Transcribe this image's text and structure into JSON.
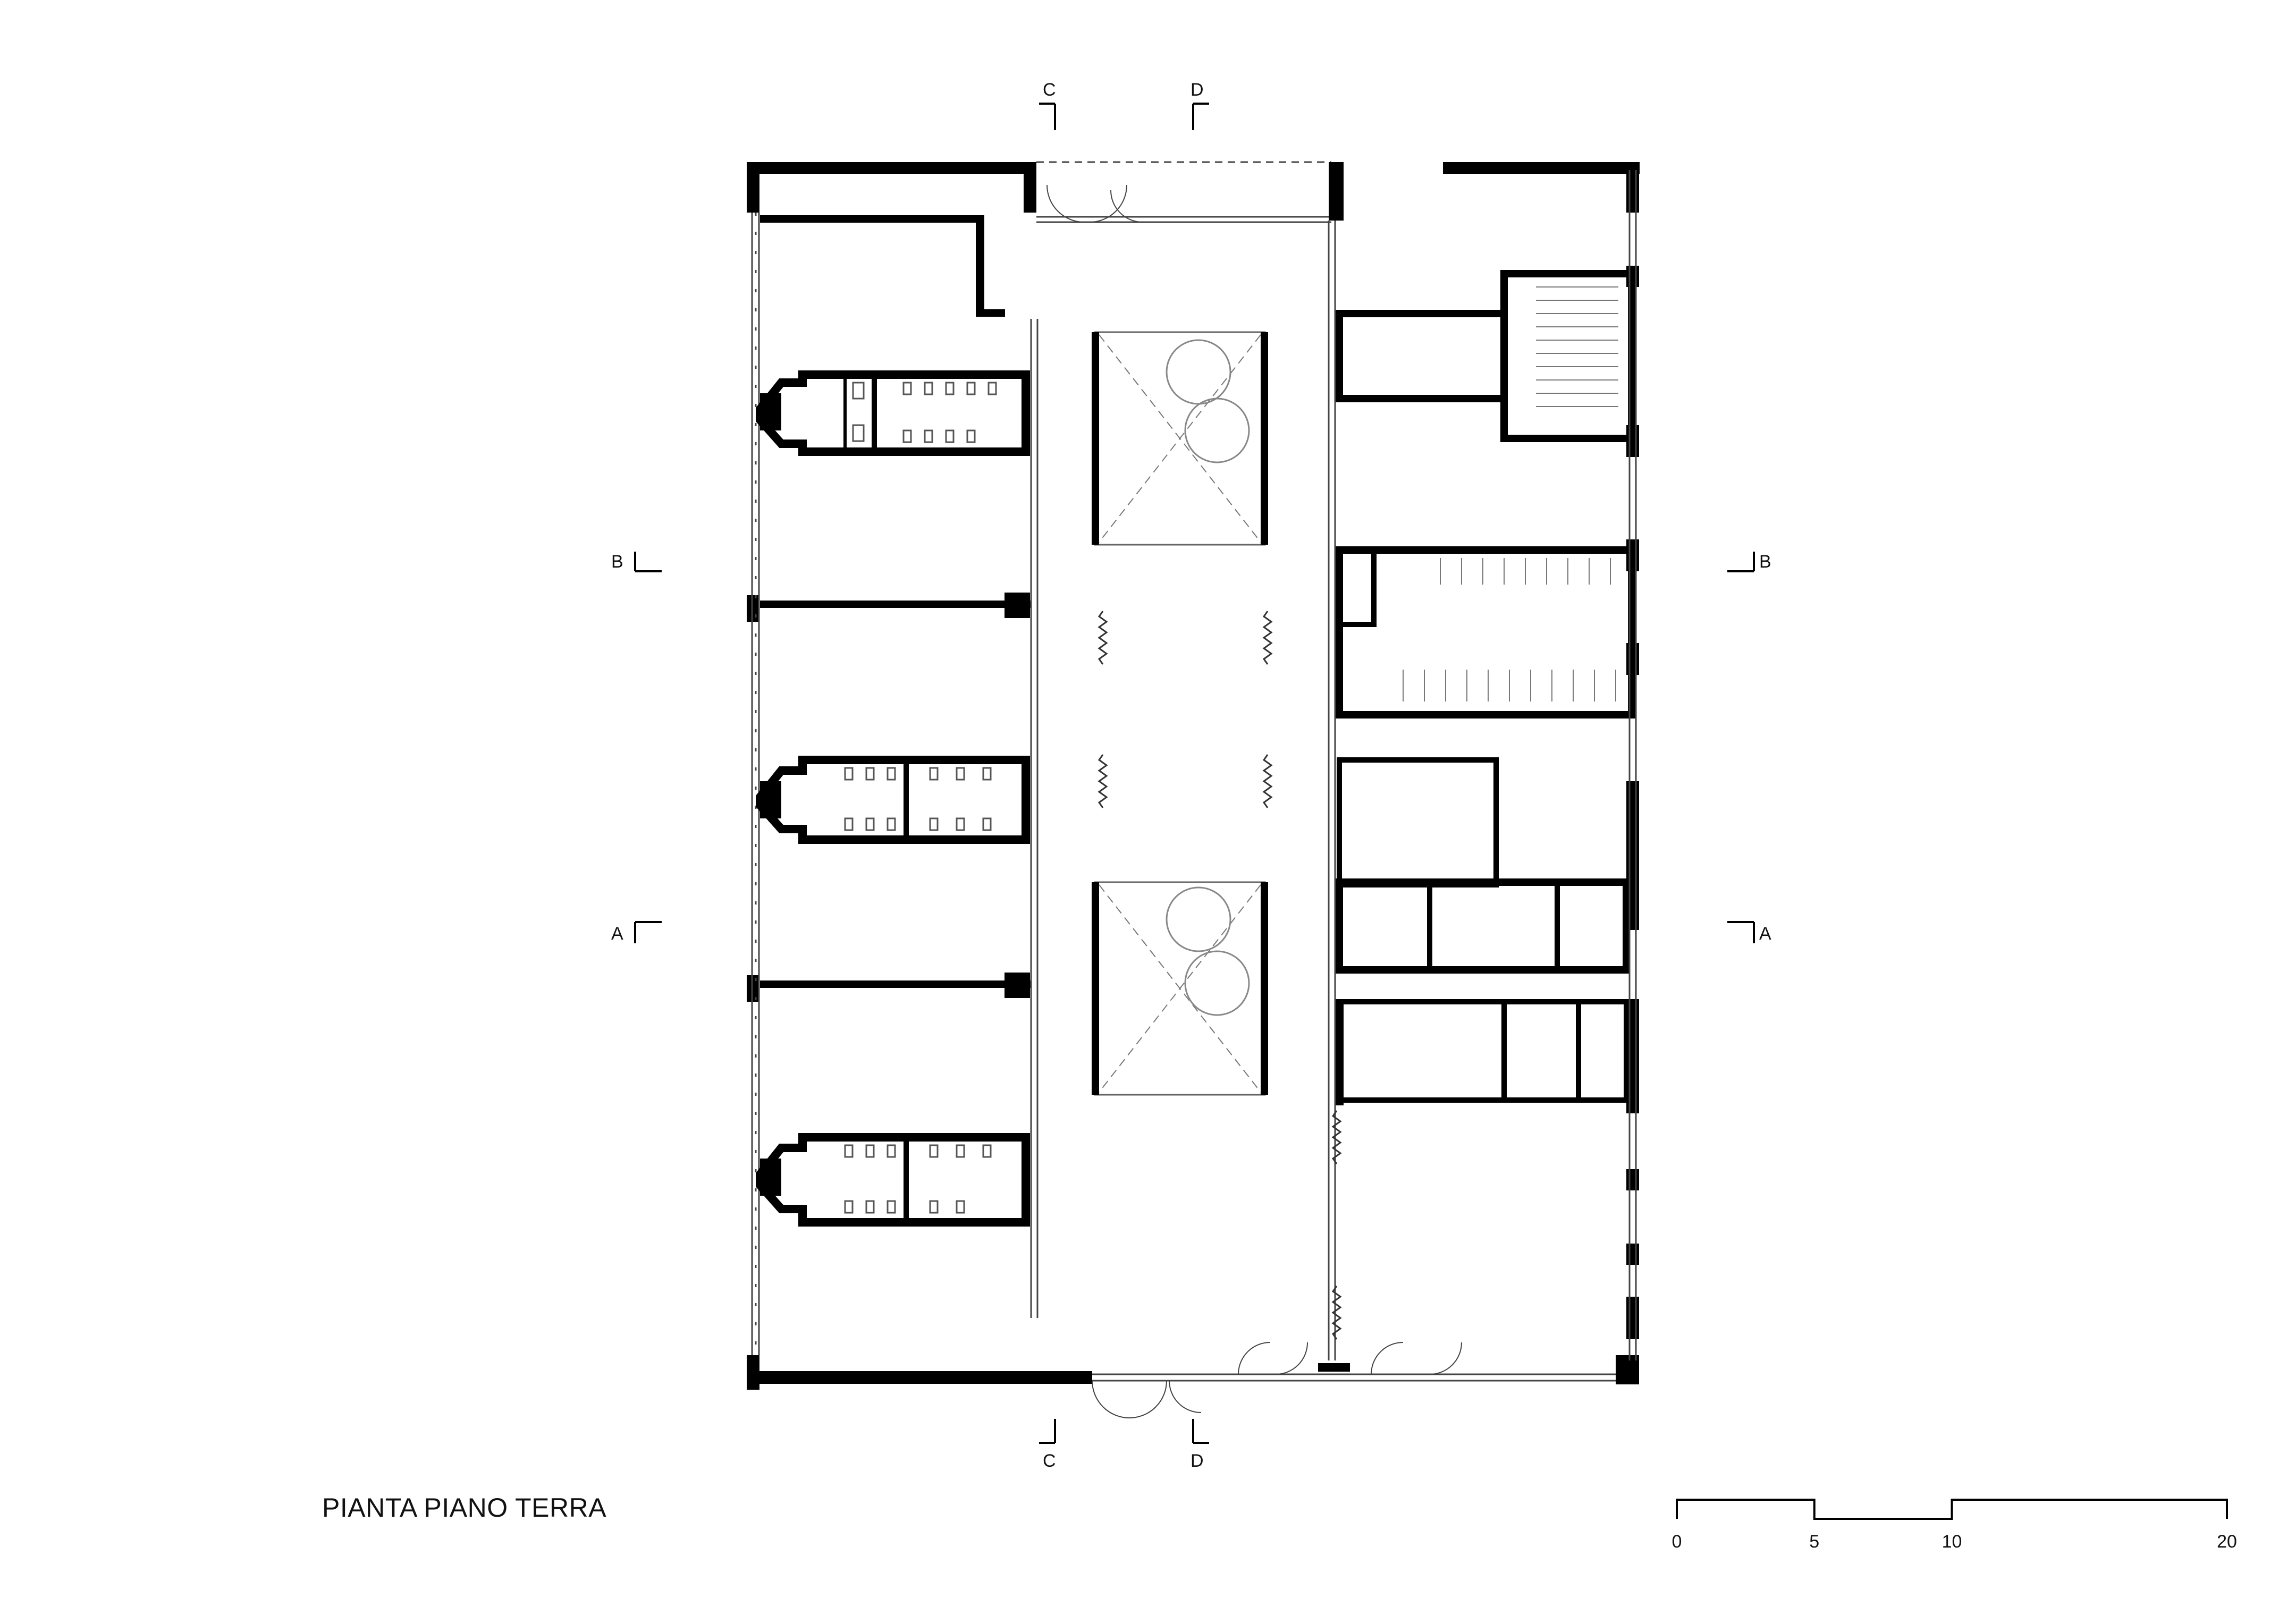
{
  "drawing": {
    "title": "PIANTA PIANO TERRA",
    "section_marks": {
      "a_left": "A",
      "a_right": "A",
      "b_left": "B",
      "b_right": "B",
      "c_top": "C",
      "c_bottom": "C",
      "d_top": "D",
      "d_bottom": "D"
    },
    "scale_bar": {
      "labels": [
        "0",
        "5",
        "10",
        "20"
      ],
      "ticks": [
        0,
        5,
        10,
        20
      ]
    },
    "colors": {
      "wall": "#000000",
      "line": "#444444",
      "paper": "#ffffff"
    }
  }
}
